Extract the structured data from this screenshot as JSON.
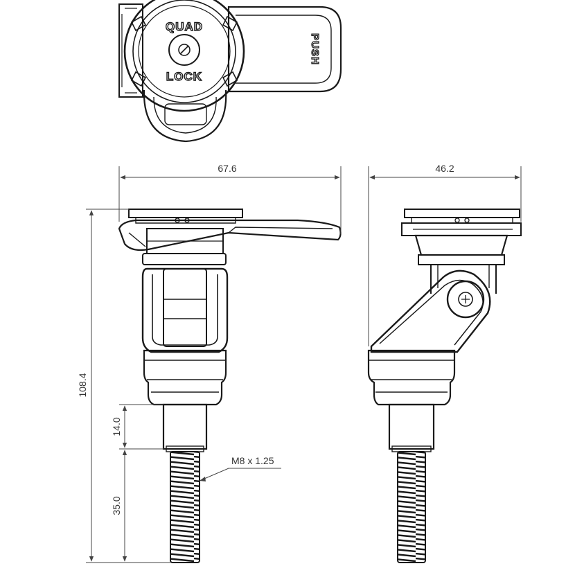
{
  "top_view": {
    "brand_line1": "QUAD",
    "brand_line2": "LOCK",
    "push_label": "PUSH"
  },
  "dimensions": {
    "front_width": "67.6",
    "side_width": "46.2",
    "total_height": "108.4",
    "neck_length": "14.0",
    "thread_length": "35.0",
    "thread_spec": "M8 x 1.25"
  },
  "colors": {
    "line": "#1a1a1a",
    "dimension": "#444444",
    "fill": "#ffffff"
  }
}
